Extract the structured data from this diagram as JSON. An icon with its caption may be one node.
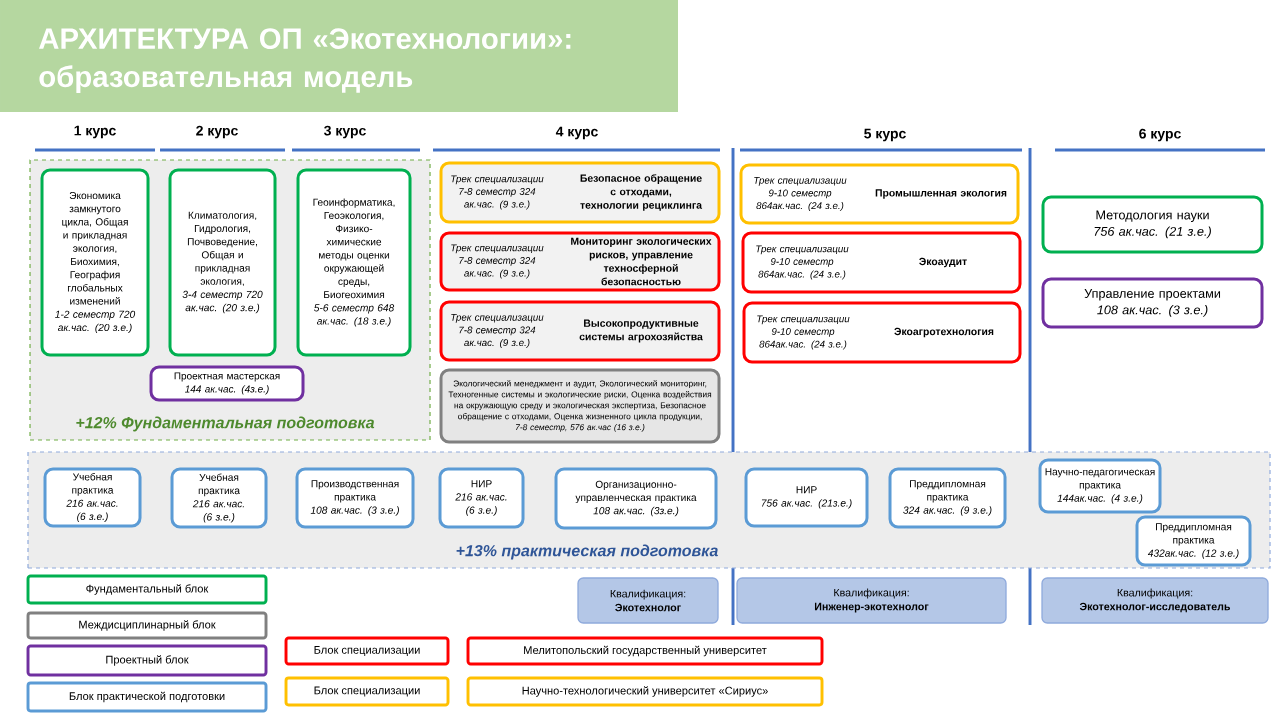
{
  "diagram": {
    "title": "АРХИТЕКТУРА ОП «Экотехнологии»: образовательная модель",
    "nodes": [
      {
        "text": [
          "+12% Фундаментальная подготовка"
        ]
      },
      {
        "text": [
          "Экономика замкнутого цикла, Общая и прикладная экология, Биохимия, География глобальных изменений",
          "1-2 семестр 720 ак.час. (20 з.е.)"
        ],
        "in": 0
      },
      {
        "text": [
          "Климатология, Гидрология, Почвоведение, Общая и прикладная экология,",
          "3-4 семестр 720 ак.час. (20 з.е.)"
        ],
        "in": 0
      },
      {
        "text": [
          "Геоинформатика, Геоэкология, Физико-химические методы оценки окружающей среды, Биогеохимия",
          "5-6 семестр 648 ак.час. (18 з.е.)"
        ],
        "in": 0
      },
      {
        "text": [
          "Проектная мастерская",
          "144 ак.час. (4з.е.)"
        ],
        "in": 0
      },
      {
        "text": [
          "Трек специализации 7-8 семестр 324 ак.час. (9 з.е.)",
          "Безопасное обращение с отходами, технологии рециклинга"
        ]
      },
      {
        "text": [
          "Трек специализации 7-8 семестр 324 ак.час. (9 з.е.)",
          "Мониторинг экологических рисков, управление техносферной безопасностью"
        ]
      },
      {
        "text": [
          "Трек специализации 7-8 семестр 324 ак.час. (9 з.е.)",
          "Высокопродуктивные системы агрохозяйства"
        ]
      },
      {
        "text": [
          "Экологический менеджмент и аудит, Экологический мониторинг, Техногенные системы и экологические риски, Оценка воздействия на окружающую среду и экологическая экспертиза, Безопасное обращение с отходами, Оценка жизненного цикла продукции,",
          "7-8 семестр, 576 ак.час (16 з.е.)"
        ]
      },
      {
        "text": [
          "Трек специализации 9-10 семестр 864ак.час. (24 з.е.)",
          "Промышленная экология"
        ]
      },
      {
        "text": [
          "Трек специализации 9-10 семестр 864ак.час. (24 з.е.)",
          "Экоаудит"
        ]
      },
      {
        "text": [
          "Трек специализации 9-10 семестр 864ак.час. (24 з.е.)",
          "Экоагротехнология"
        ]
      },
      {
        "text": [
          "Методология науки",
          "756 ак.час. (21 з.е.)"
        ]
      },
      {
        "text": [
          "Управление проектами",
          "108 ак.час. (3 з.е.)"
        ]
      },
      {
        "text": [
          "+13% практическая подготовка"
        ]
      },
      {
        "text": [
          "Учебная практика",
          "216 ак.час. (6 з.е.)"
        ],
        "in": 14
      },
      {
        "text": [
          "Учебная практика",
          "216 ак.час. (6 з.е.)"
        ],
        "in": 14
      },
      {
        "text": [
          "Производственная практика",
          "108 ак.час. (3 з.е.)"
        ],
        "in": 14
      },
      {
        "text": [
          "НИР",
          "216 ак.час. (6 з.е.)"
        ],
        "in": 14
      },
      {
        "text": [
          "Организационно-управленческая практика",
          "108 ак.час. (3з.е.)"
        ],
        "in": 14
      },
      {
        "text": [
          "НИР",
          "756 ак.час. (21з.е.)"
        ],
        "in": 14
      },
      {
        "text": [
          "Преддипломная практика",
          "324 ак.час. (9 з.е.)"
        ],
        "in": 14
      },
      {
        "text": [
          "Научно-педагогическая практика",
          "144ак.час. (4 з.е.)"
        ],
        "in": 14
      },
      {
        "text": [
          "Преддипломная практика",
          "432ак.час. (12 з.е.)"
        ],
        "in": 14
      },
      {
        "text": [
          "Квалификация:",
          "Экотехнолог"
        ]
      },
      {
        "text": [
          "Квалификация:",
          "Инженер-экотехнолог"
        ]
      },
      {
        "text": [
          "Квалификация:",
          "Экотехнолог-исследователь"
        ]
      }
    ],
    "labels": [
      "1 курс",
      "2 курс",
      "3 курс",
      "4 курс",
      "5 курс",
      "6 курс"
    ],
    "legend": [
      {
        "text": "Фундаментальный блок",
        "color": "#00b050"
      },
      {
        "text": "Междисциплинарный блок",
        "color": "#808080"
      },
      {
        "text": "Проектный блок",
        "color": "#7030a0"
      },
      {
        "text": "Блок практической подготовки",
        "color": "#5b9bd5"
      },
      {
        "text": "Блок специализации",
        "color": "#ff0000"
      },
      {
        "text": "Мелитопольский государственный университет",
        "color": "#ff0000"
      },
      {
        "text": "Блок специализации",
        "color": "#ffc000"
      },
      {
        "text": "Научно-технологический университет «Сириус»",
        "color": "#ffc000"
      }
    ]
  }
}
